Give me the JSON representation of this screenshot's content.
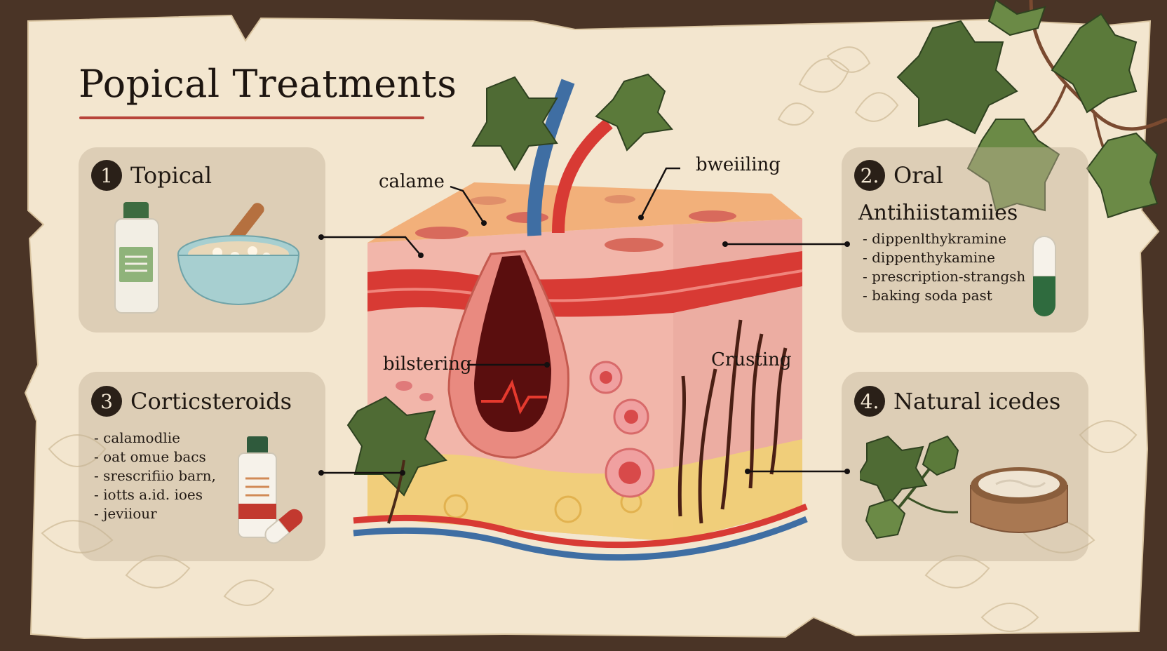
{
  "title": "Popical Treatments",
  "panels": [
    {
      "number": "1",
      "heading": "Topical"
    },
    {
      "number": "2.",
      "heading": "Oral",
      "subheading": "Antihiistamiies",
      "items": [
        "dippenlthykramine",
        "dippenthykamine",
        "prescription-strangsh",
        "baking soda past"
      ]
    },
    {
      "number": "3",
      "heading": "Corticsteroids",
      "items": [
        "calamodlie",
        "oat omue bacs",
        "srescrifiio barn,",
        "iotts a.id. ioes",
        "jeviiour"
      ]
    },
    {
      "number": "4.",
      "heading": "Natural icedes"
    }
  ],
  "diagram_labels": {
    "calame": "calame",
    "bweibling": "bweiiling",
    "blistering": "bilstering",
    "crusting": "Crusting"
  },
  "icons": {
    "panel1": [
      "lotion-bottle-icon",
      "oatmeal-bowl-icon"
    ],
    "panel2": [
      "pill-capsule-icon"
    ],
    "panel3": [
      "cream-bottle-icon",
      "pill-capsule-icon"
    ],
    "panel4": [
      "plant-sprig-icon",
      "salve-jar-icon"
    ]
  },
  "colors": {
    "parchment": "#f3e6cf",
    "frame": "#4a3426",
    "accent_red": "#b8443a",
    "leaf_green": "#4f6b34",
    "vein_blue": "#3f6ea3"
  }
}
